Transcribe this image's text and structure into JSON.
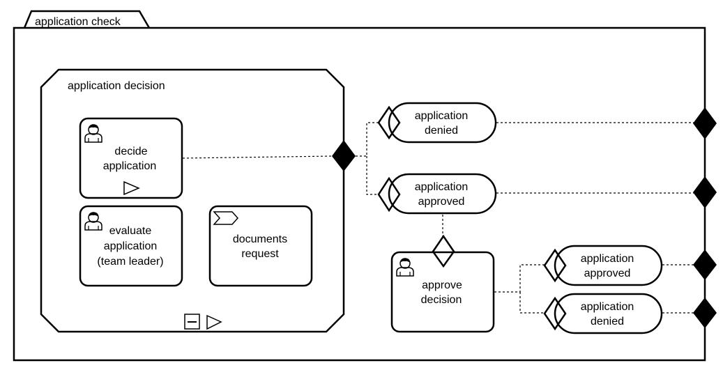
{
  "diagram": {
    "outer_frame": {
      "label": "application check"
    },
    "group": {
      "label": "application decision"
    },
    "tasks": [
      {
        "id": "decide",
        "lines": [
          "decide",
          "application"
        ]
      },
      {
        "id": "evaluate",
        "lines": [
          "evaluate",
          "application",
          "(team leader)"
        ]
      },
      {
        "id": "documents",
        "lines": [
          "documents",
          "request"
        ]
      },
      {
        "id": "approve",
        "lines": [
          "approve",
          "decision"
        ]
      }
    ],
    "outcomes": [
      {
        "id": "denied-1",
        "lines": [
          "application",
          "denied"
        ]
      },
      {
        "id": "approved-1",
        "lines": [
          "application",
          "approved"
        ]
      },
      {
        "id": "approved-2",
        "lines": [
          "application",
          "approved"
        ]
      },
      {
        "id": "denied-2",
        "lines": [
          "application",
          "denied"
        ]
      }
    ],
    "icons": {
      "user": "user-icon",
      "play": "play-marker-icon",
      "collapse": "collapse-marker-icon",
      "chevron": "chevron-arrow-icon",
      "gateway_filled": "gateway-filled-icon",
      "gateway_open": "gateway-open-icon"
    },
    "colors": {
      "stroke": "#000000",
      "fill": "#ffffff"
    }
  }
}
